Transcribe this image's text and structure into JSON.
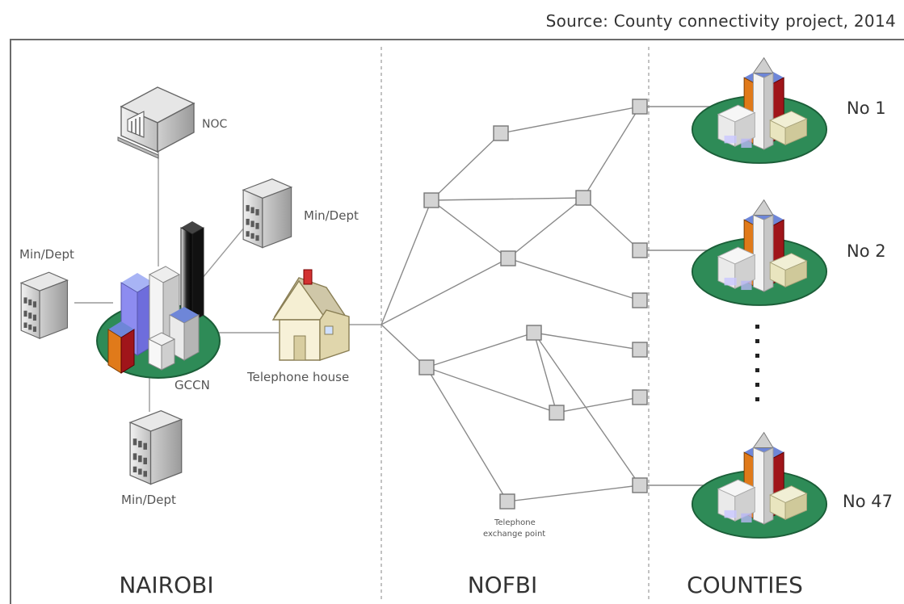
{
  "source": "Source: County connectivity project, 2014",
  "sections": {
    "nairobi": "NAIROBI",
    "nofbi": "NOFBI",
    "counties": "COUNTIES"
  },
  "nodes": {
    "noc": "NOC",
    "min_dept_top": "Min/Dept",
    "min_dept_left": "Min/Dept",
    "min_dept_bottom": "Min/Dept",
    "gccn": "GCCN",
    "telephone_house": "Telephone house",
    "exchange_line1": "Telephone",
    "exchange_line2": "exchange point"
  },
  "counties": {
    "c1": "No 1",
    "c2": "No 2",
    "c47": "No 47"
  },
  "colors": {
    "line": "#8a8a8a",
    "node_fill": "#d4d4d4",
    "node_stroke": "#777777",
    "ellipse": "#2e8b57",
    "orange": "#e07a1a",
    "darkred": "#a0151a",
    "blue": "#6e86d8"
  }
}
